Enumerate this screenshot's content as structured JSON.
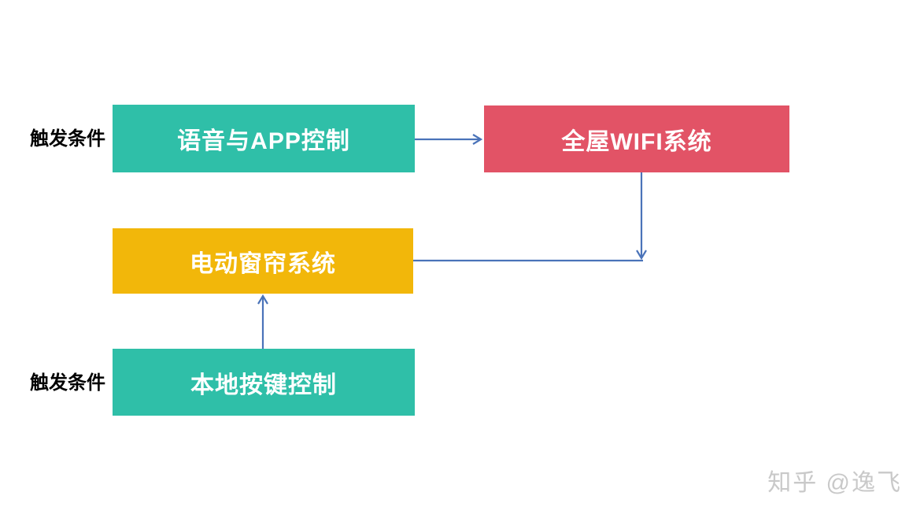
{
  "diagram": {
    "background_color": "#ffffff",
    "side_labels": [
      {
        "text": "触发条件"
      },
      {
        "text": "触发条件"
      }
    ],
    "nodes": [
      {
        "id": "voice-app-control",
        "label": "语音与APP控制",
        "color": "#2fbfa8"
      },
      {
        "id": "wifi-system",
        "label": "全屋WIFI系统",
        "color": "#e25366"
      },
      {
        "id": "curtain-system",
        "label": "电动窗帘系统",
        "color": "#f2b70a"
      },
      {
        "id": "local-button-control",
        "label": "本地按键控制",
        "color": "#2fbfa8"
      }
    ],
    "connectors": {
      "color": "#4a73b9",
      "edges": [
        {
          "from": "voice-app-control",
          "to": "wifi-system",
          "style": "horizontal-arrow-right"
        },
        {
          "from": "wifi-system",
          "to": "curtain-system",
          "style": "down-arrow-onto-horizontal-line"
        },
        {
          "from": "local-button-control",
          "to": "curtain-system",
          "style": "vertical-arrow-up"
        }
      ]
    }
  },
  "watermark": {
    "text": "知乎 @逸飞",
    "color": "#c9c9c9"
  }
}
